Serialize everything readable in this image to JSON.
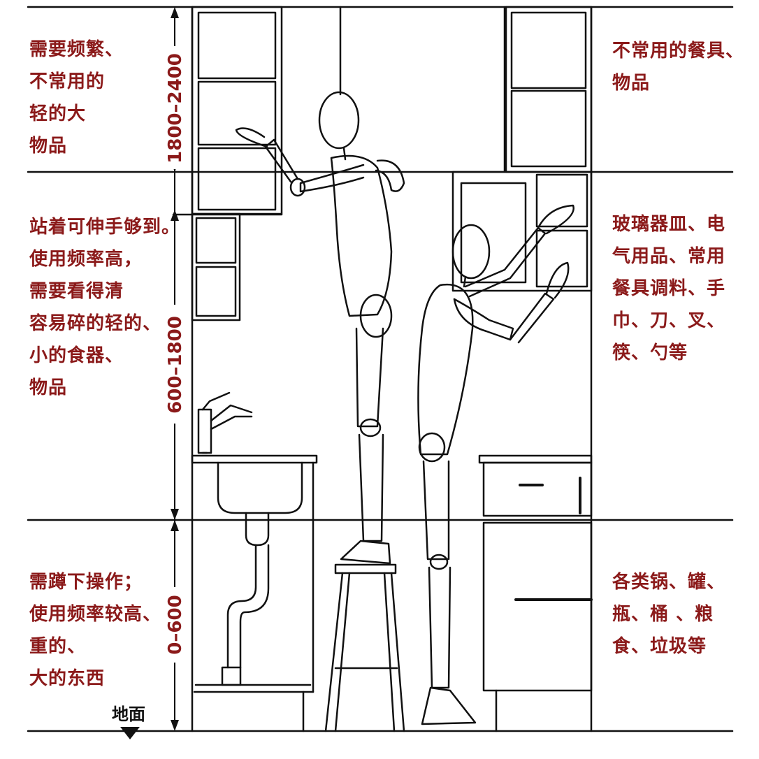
{
  "zones": {
    "top": {
      "range_label": "1800–2400",
      "left_text": "需要频繁、\n不常用的\n轻的大\n物品",
      "right_text": "不常用的餐具、\n物品"
    },
    "middle": {
      "range_label": "600–1800",
      "left_text": "站着可伸手够到。\n使用频率高，\n需要看得清\n容易碎的轻的、\n小的食器、\n物品",
      "right_text": "玻璃器皿、电\n气用品、常用\n餐具调料、手\n巾、刀、叉、\n筷、勺等"
    },
    "bottom": {
      "range_label": "0–600",
      "left_text": "需蹲下操作；\n使用频率较高、\n重的、\n大的东西",
      "right_text": "各类锅、罐、\n瓶、桶 、粮\n食、垃圾等"
    }
  },
  "ground_label": "地面",
  "colors": {
    "accent": "#8b1a1a",
    "line": "#111111"
  }
}
